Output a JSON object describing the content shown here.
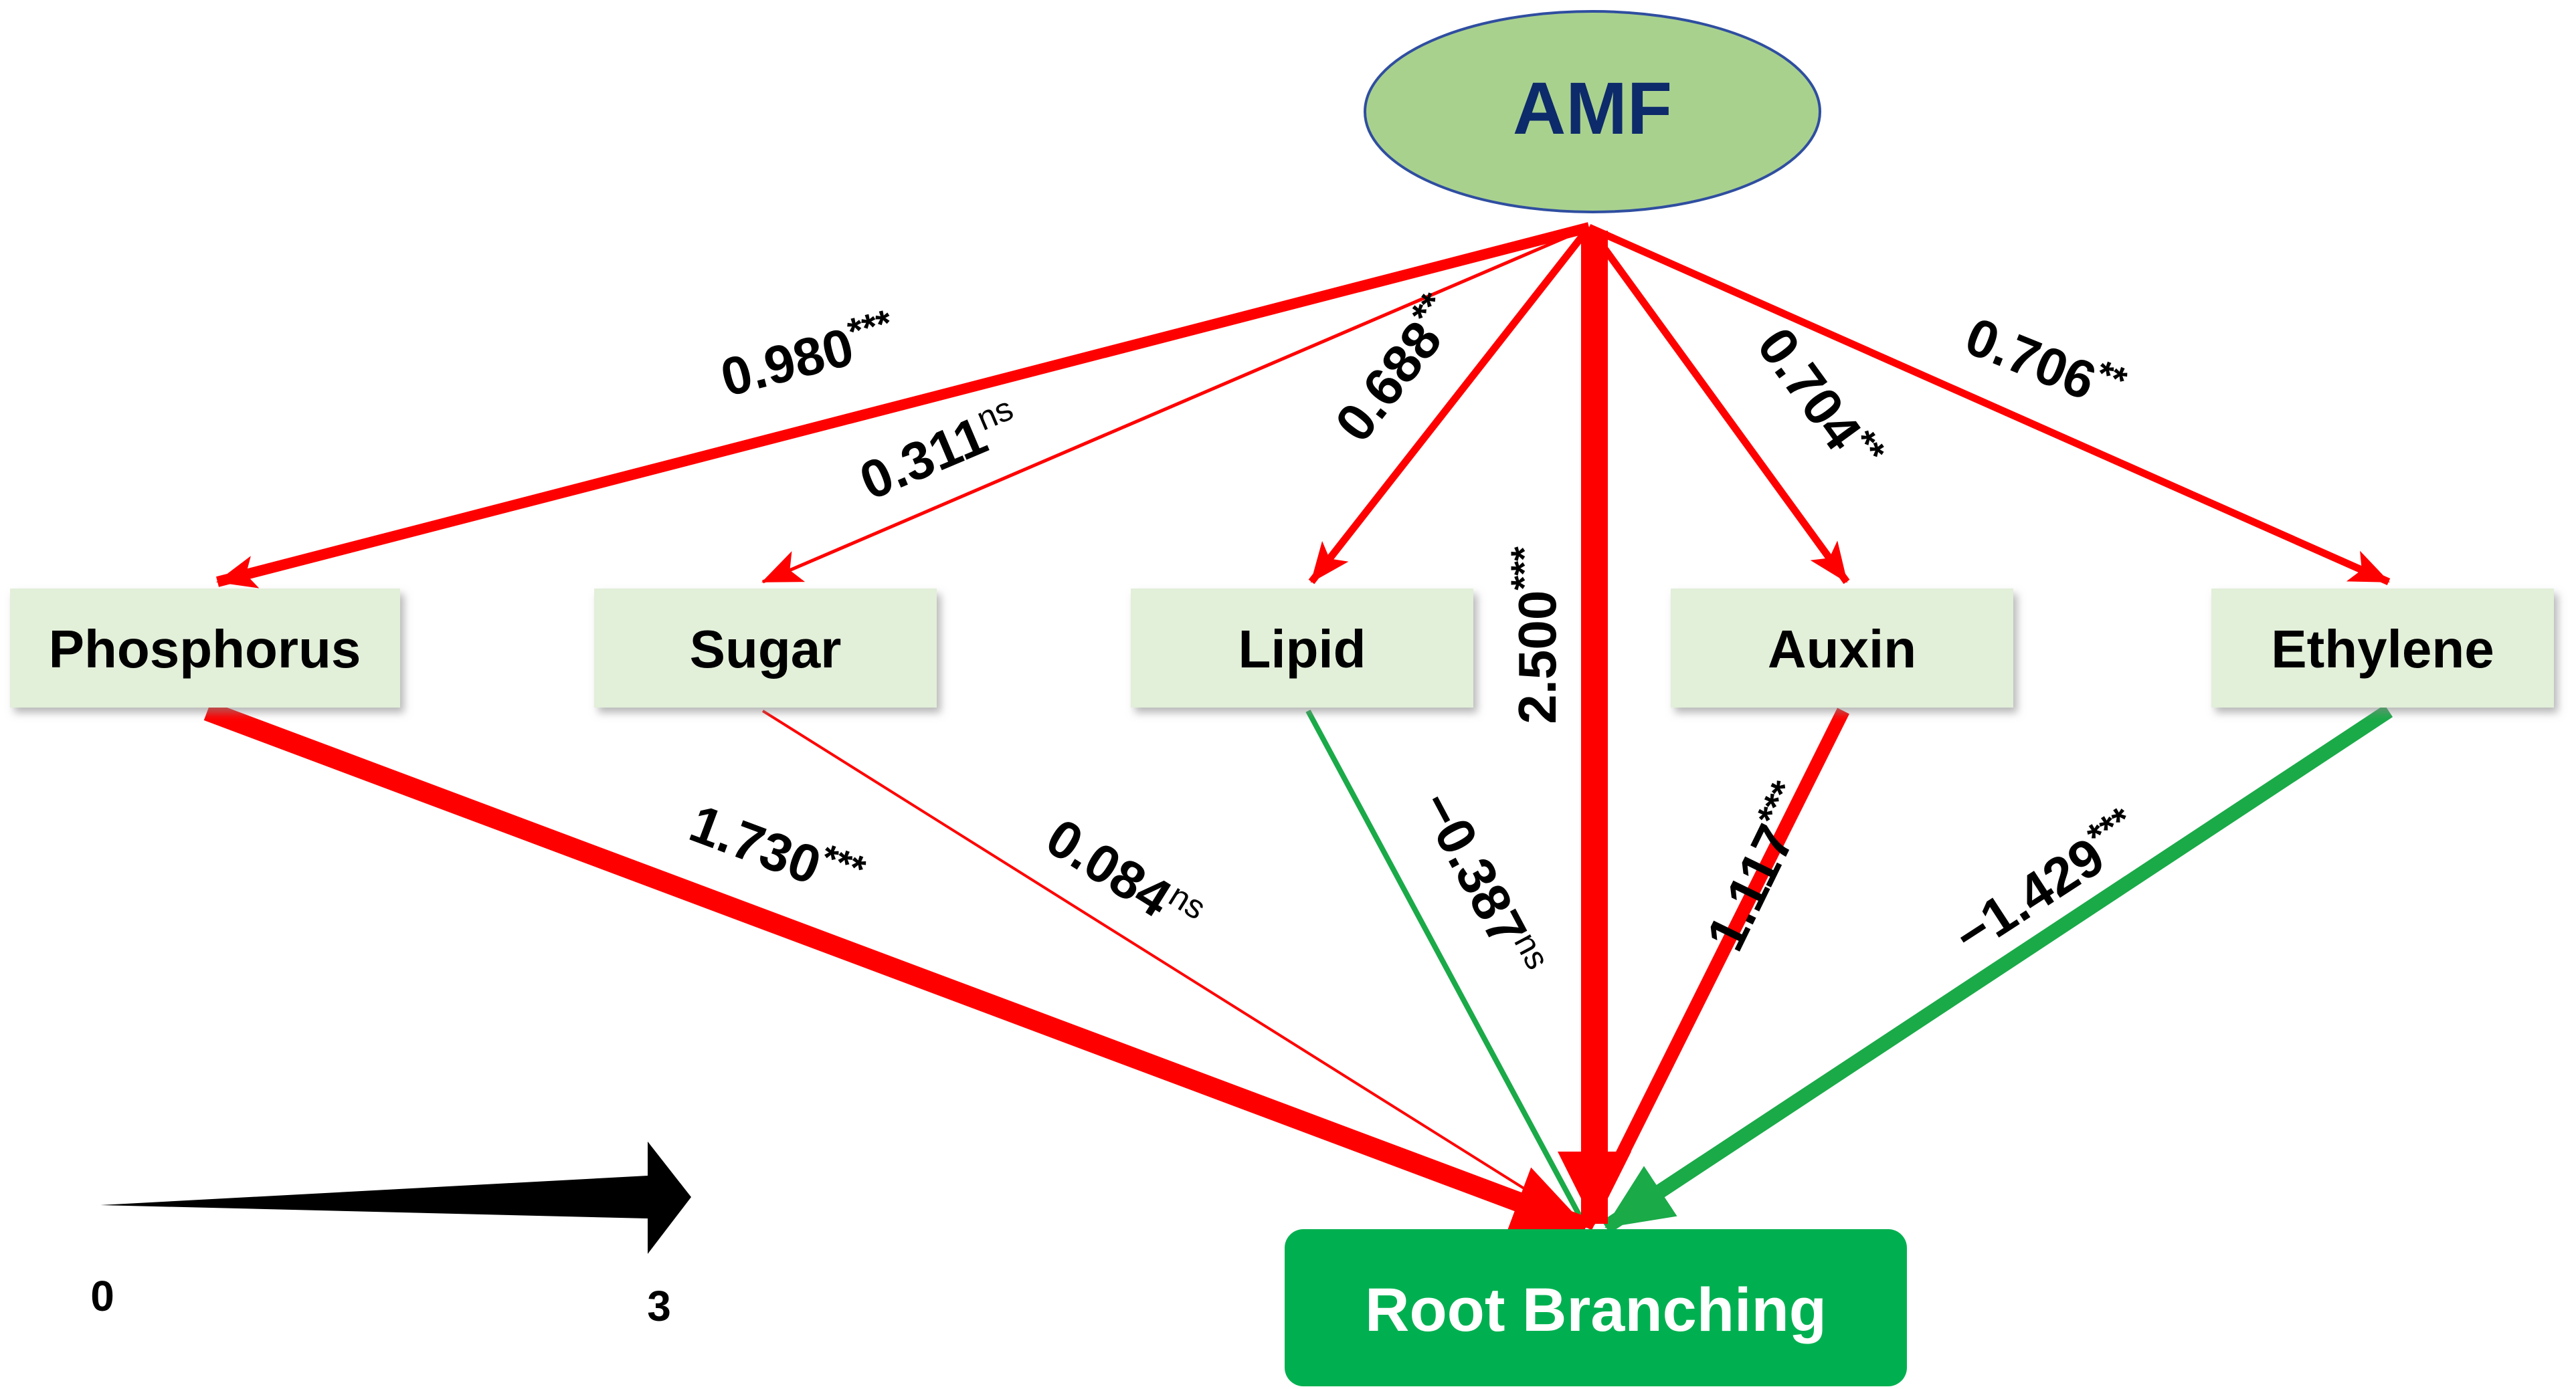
{
  "colors": {
    "positive": "#ff0000",
    "negative": "#1aaa48",
    "amf_fill": "#a9d18e",
    "amf_stroke": "#2f4ea0",
    "amf_text": "#0d2a6b",
    "factor_fill": "#e2efd9",
    "root_fill": "#00b050",
    "root_text": "#ffffff"
  },
  "nodes": {
    "amf": "AMF",
    "phosphorus": "Phosphorus",
    "sugar": "Sugar",
    "lipid": "Lipid",
    "auxin": "Auxin",
    "ethylene": "Ethylene",
    "root": "Root Branching"
  },
  "paths": {
    "amf_phosphorus": {
      "coef": "0.980",
      "sig": "***"
    },
    "amf_sugar": {
      "coef": "0.311",
      "sig": "ns"
    },
    "amf_lipid": {
      "coef": "0.688",
      "sig": "**"
    },
    "amf_root": {
      "coef": "2.500",
      "sig": "***"
    },
    "amf_auxin": {
      "coef": "0.704",
      "sig": "**"
    },
    "amf_ethylene": {
      "coef": "0.706",
      "sig": "**"
    },
    "phosphorus_root": {
      "coef": "1.730",
      "sig": "***"
    },
    "sugar_root": {
      "coef": "0.084",
      "sig": "ns"
    },
    "lipid_root": {
      "coef": "−0.387",
      "sig": "ns"
    },
    "auxin_root": {
      "coef": "1.117",
      "sig": "***"
    },
    "ethylene_root": {
      "coef": "−1.429",
      "sig": "***"
    }
  },
  "legend": {
    "min_label": "0",
    "max_label": "3"
  }
}
